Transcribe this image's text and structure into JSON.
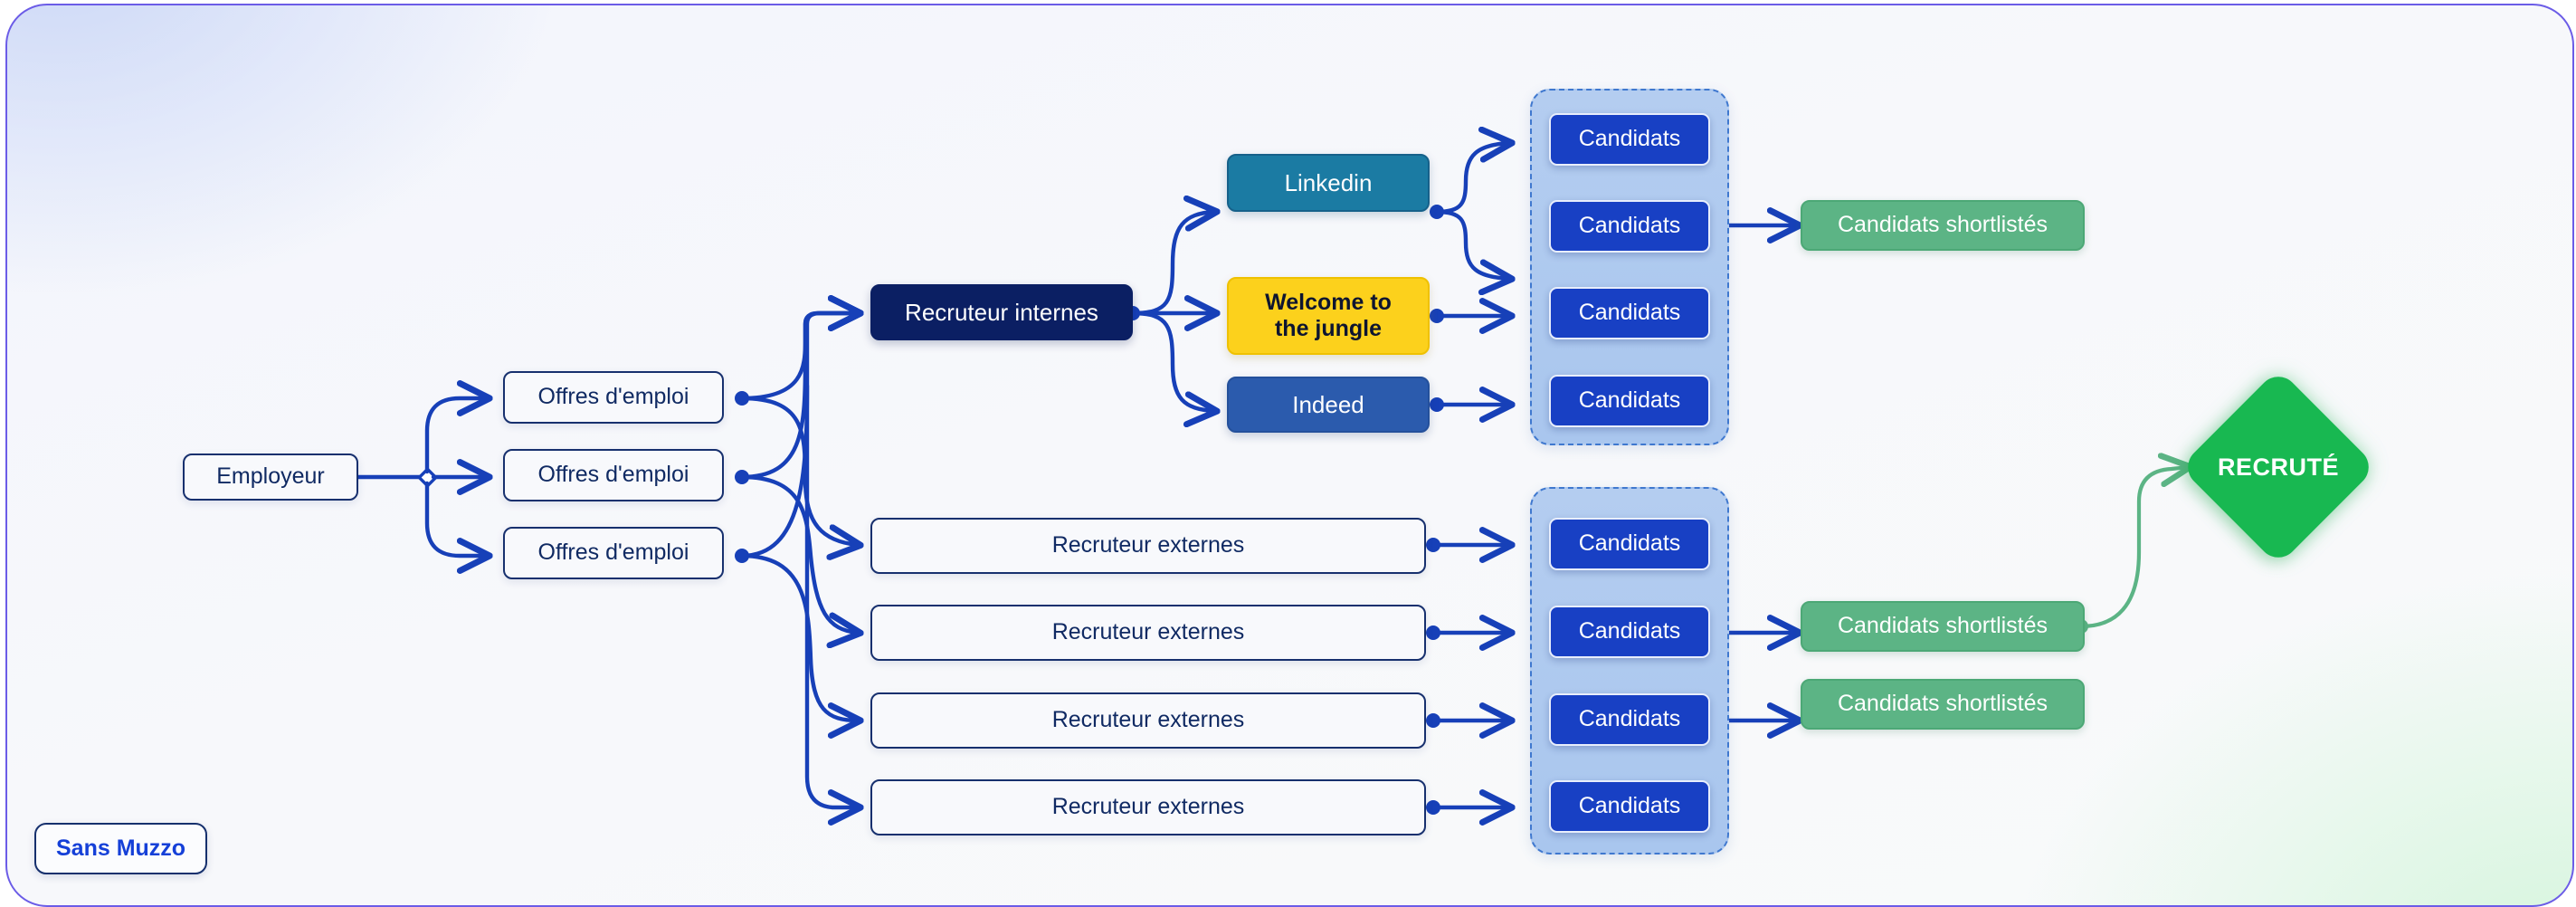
{
  "brand": {
    "label": "Sans Muzzo"
  },
  "colors": {
    "edge_blue": "#1740b8",
    "edge_green": "#5cb485",
    "navy": "#0b1f63",
    "linkedin": "#1b7ba3",
    "wttj": "#fcd11c",
    "indeed": "#2b5bad",
    "candidat": "#1840c4",
    "shortlist": "#5cb485",
    "recruited": "#18b851",
    "group_fill": "#a9c6ee",
    "group_border": "#3f78cf",
    "canvas_border": "#6b5ce7"
  },
  "nodes": {
    "employeur": {
      "label": "Employeur"
    },
    "offres": [
      {
        "label": "Offres d'emploi"
      },
      {
        "label": "Offres d'emploi"
      },
      {
        "label": "Offres d'emploi"
      }
    ],
    "recruteur_internes": {
      "label": "Recruteur internes"
    },
    "job_boards": [
      {
        "label": "Linkedin",
        "kind": "linkedin"
      },
      {
        "label": "Welcome to\nthe jungle",
        "kind": "wttj"
      },
      {
        "label": "Indeed",
        "kind": "indeed"
      }
    ],
    "recruteurs_externes": [
      {
        "label": "Recruteur externes"
      },
      {
        "label": "Recruteur externes"
      },
      {
        "label": "Recruteur externes"
      },
      {
        "label": "Recruteur externes"
      }
    ],
    "candidats_top": [
      {
        "label": "Candidats"
      },
      {
        "label": "Candidats"
      },
      {
        "label": "Candidats"
      },
      {
        "label": "Candidats"
      }
    ],
    "candidats_bottom": [
      {
        "label": "Candidats"
      },
      {
        "label": "Candidats"
      },
      {
        "label": "Candidats"
      },
      {
        "label": "Candidats"
      }
    ],
    "shortlist_top": [
      {
        "label": "Candidats shortlistés"
      }
    ],
    "shortlist_bottom": [
      {
        "label": "Candidats shortlistés"
      },
      {
        "label": "Candidats shortlistés"
      }
    ],
    "recruited": {
      "label": "RECRUTÉ"
    }
  }
}
